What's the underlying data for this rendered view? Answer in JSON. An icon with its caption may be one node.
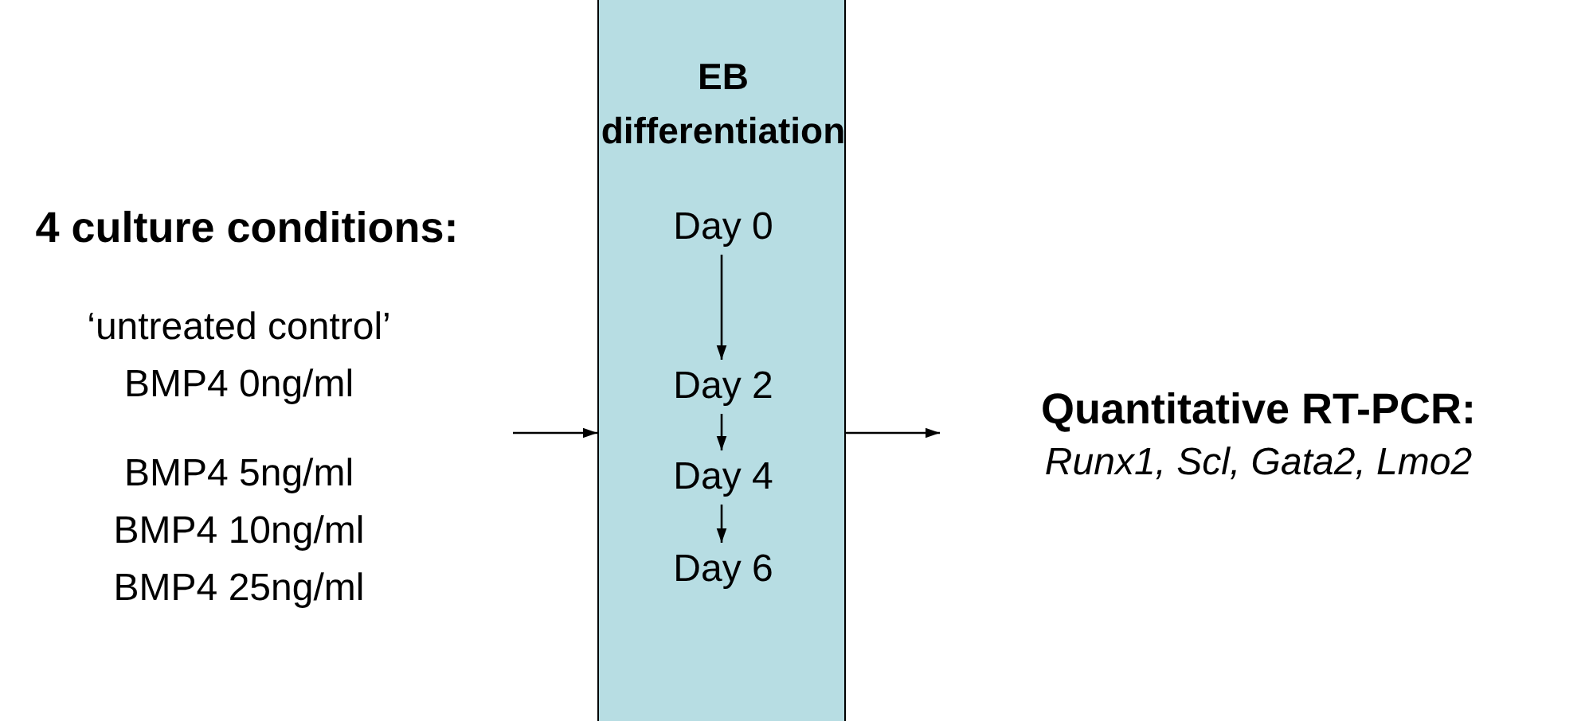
{
  "diagram": {
    "nodes": [
      {
        "text": [
          "4 culture conditions:",
          "‘untreated control’ BMP4 0ng/ml",
          "BMP4 5ng/ml BMP4 10ng/ml BMP4 25ng/ml"
        ]
      },
      {
        "text": [
          "EB differentiation"
        ]
      },
      {
        "text": [
          "Day 0"
        ],
        "in": 1
      },
      {
        "text": [
          "Day 2"
        ],
        "in": 1
      },
      {
        "text": [
          "Day 4"
        ],
        "in": 1
      },
      {
        "text": [
          "Day 6"
        ],
        "in": 1
      },
      {
        "text": [
          "Quantitative RT-PCR:",
          "Runx1, Scl, Gata2, Lmo2"
        ]
      }
    ],
    "edges": [
      {
        "from": 0,
        "to": 1,
        "arrow": "to"
      },
      {
        "from": 2,
        "to": 3,
        "arrow": "to"
      },
      {
        "from": 3,
        "to": 4,
        "arrow": "to"
      },
      {
        "from": 4,
        "to": 5,
        "arrow": "to"
      },
      {
        "from": 1,
        "to": 6,
        "arrow": "to"
      }
    ]
  }
}
